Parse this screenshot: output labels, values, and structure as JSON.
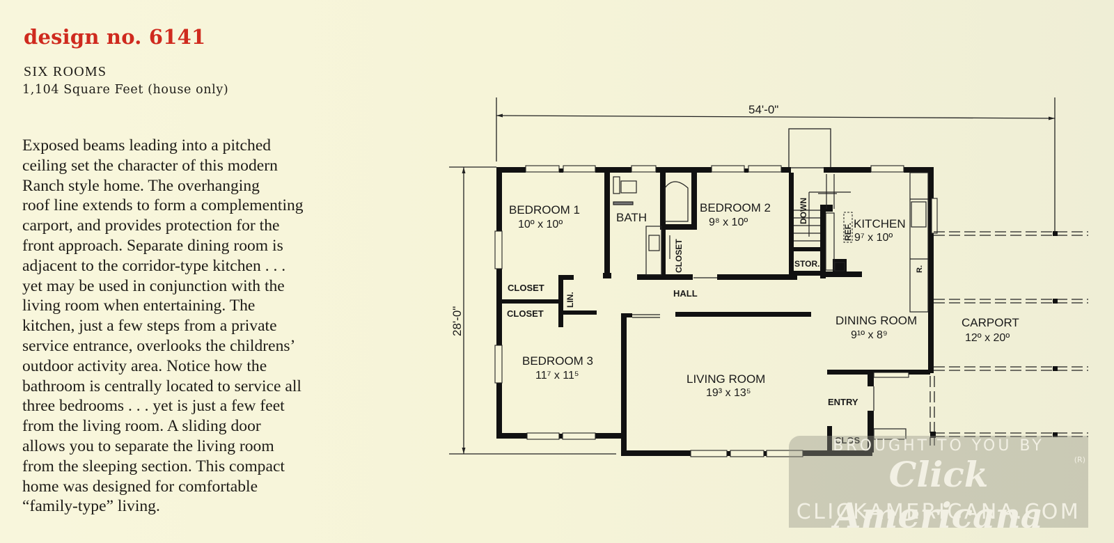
{
  "header": {
    "title": "design no. 6141",
    "rooms_label": "SIX ROOMS",
    "area_label": "1,104 Square Feet (house only)"
  },
  "description": {
    "lines": [
      "Exposed beams leading into a pitched",
      "ceiling set the character of this modern",
      "Ranch style home. The overhanging",
      "roof line extends to form a complementing",
      "carport, and provides protection for the",
      "front approach. Separate dining room is",
      "adjacent to the corridor-type kitchen . . .",
      "yet may be used in conjunction with the",
      "living room when entertaining. The",
      "kitchen, just a few steps from a private",
      "service entrance, overlooks the childrens’",
      "outdoor activity area. Notice how the",
      "bathroom is centrally located to service all",
      "three bedrooms . . . yet is just a few feet",
      "from the living room. A sliding door",
      "allows you to separate the living room",
      "from the sleeping section. This compact",
      "home was designed for comfortable",
      "“family-type” living."
    ]
  },
  "floor_plan": {
    "width_dimension": "54'-0\"",
    "depth_dimension": "28'-0\"",
    "rooms": {
      "bedroom1": {
        "name": "BEDROOM 1",
        "size": "10º x 10º"
      },
      "bath": {
        "name": "BATH"
      },
      "bedroom2": {
        "name": "BEDROOM 2",
        "size": "9⁸ x 10º"
      },
      "down": {
        "name": "DOWN"
      },
      "kitchen": {
        "name": "KITCHEN",
        "size": "9⁷ x 10º"
      },
      "ref": {
        "name": "REF."
      },
      "range": {
        "name": "R."
      },
      "stor": {
        "name": "STOR."
      },
      "closet_bath": {
        "name": "CLOSET"
      },
      "closet1": {
        "name": "CLOSET"
      },
      "closet2": {
        "name": "CLOSET"
      },
      "linen": {
        "name": "LIN."
      },
      "hall": {
        "name": "HALL"
      },
      "dining": {
        "name": "DINING ROOM",
        "size": "9¹º x 8⁹"
      },
      "carport": {
        "name": "CARPORT",
        "size": "12º x 20º"
      },
      "bedroom3": {
        "name": "BEDROOM 3",
        "size": "11⁷ x 11⁵"
      },
      "living": {
        "name": "LIVING ROOM",
        "size": "19³ x 13⁵"
      },
      "entry": {
        "name": "ENTRY"
      },
      "clos": {
        "name": "CLOS."
      }
    }
  },
  "watermark": {
    "line1": "BROUGHT TO YOU BY",
    "line2": "Click Americana",
    "line3": "CLICKAMERICANA.COM",
    "reg": "(R)"
  }
}
